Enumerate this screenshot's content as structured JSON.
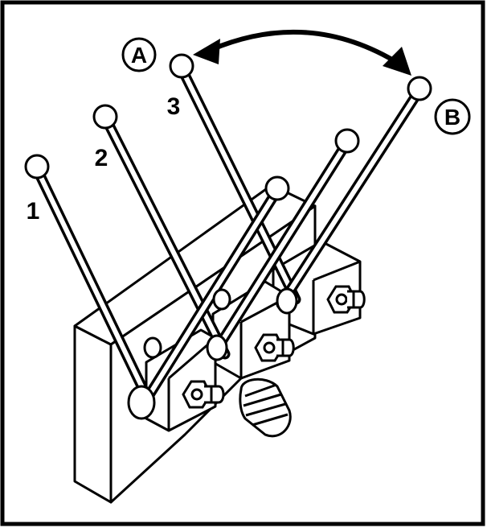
{
  "labels": {
    "lever_1": "1",
    "lever_2": "2",
    "lever_3": "3",
    "position_a": "A",
    "position_b": "B"
  },
  "icons": {
    "motion": "double-headed-curved-arrow-icon"
  }
}
